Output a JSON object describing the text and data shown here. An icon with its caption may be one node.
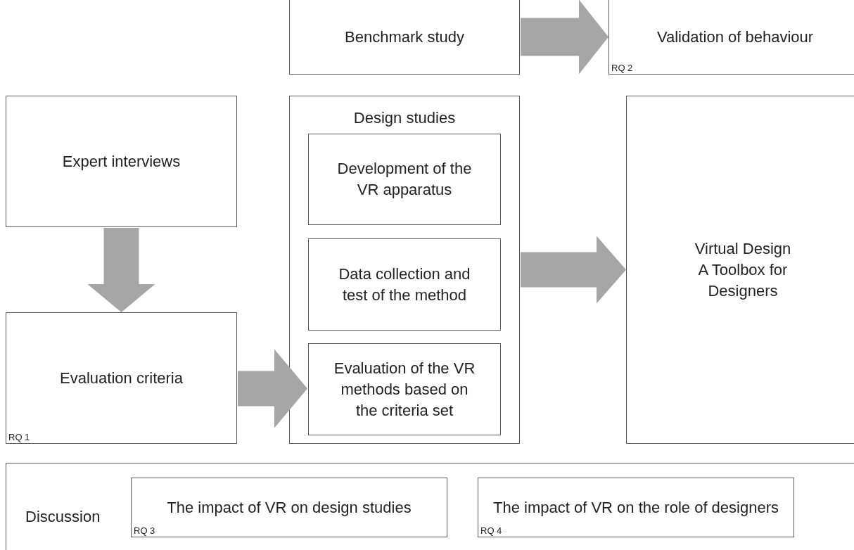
{
  "diagram": {
    "nodes": [
      {
        "text": [
          "Benchmark study"
        ]
      },
      {
        "text": [
          "Validation of behaviour",
          "RQ 2"
        ]
      },
      {
        "text": [
          "Expert interviews"
        ]
      },
      {
        "text": [
          "Design studies"
        ]
      },
      {
        "text": [
          "Development of the VR apparatus"
        ],
        "in": 3
      },
      {
        "text": [
          "Data collection and test of the method"
        ],
        "in": 3
      },
      {
        "text": [
          "Evaluation of the VR methods based on the criteria set"
        ],
        "in": 3
      },
      {
        "text": [
          "Virtual Design A Toolbox for Designers"
        ]
      },
      {
        "text": [
          "Evaluation criteria",
          "RQ 1"
        ]
      },
      {
        "text": [
          "Discussion"
        ]
      },
      {
        "text": [
          "The impact of VR on design studies",
          "RQ 3"
        ],
        "in": 9
      },
      {
        "text": [
          "The impact of VR on the role of designers",
          "RQ 4"
        ],
        "in": 9
      }
    ],
    "edges": [
      {
        "from": 0,
        "to": 1,
        "arrow": "to"
      },
      {
        "from": 2,
        "to": 8,
        "arrow": "to"
      },
      {
        "from": 8,
        "to": 6,
        "arrow": "to"
      },
      {
        "from": 3,
        "to": 7,
        "arrow": "to"
      }
    ]
  }
}
